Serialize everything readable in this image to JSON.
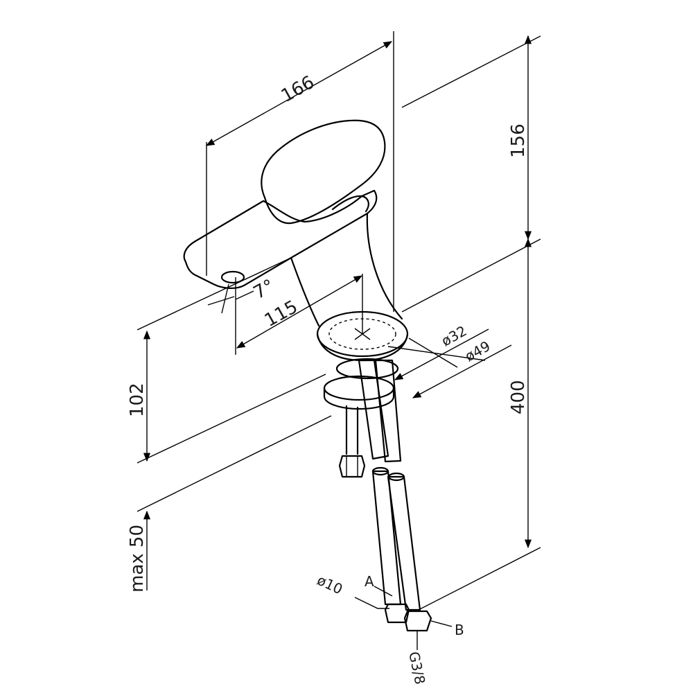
{
  "dimensions": {
    "width_166": "166",
    "height_156": "156",
    "reach_115": "115",
    "angle_7": "7°",
    "height_102": "102",
    "length_400": "400",
    "dia_32": "ø32",
    "dia_49": "ø49",
    "max_50": "max 50",
    "dia_10": "ø10"
  },
  "labels": {
    "a": "A",
    "b": "B",
    "thread": "G3/8"
  }
}
